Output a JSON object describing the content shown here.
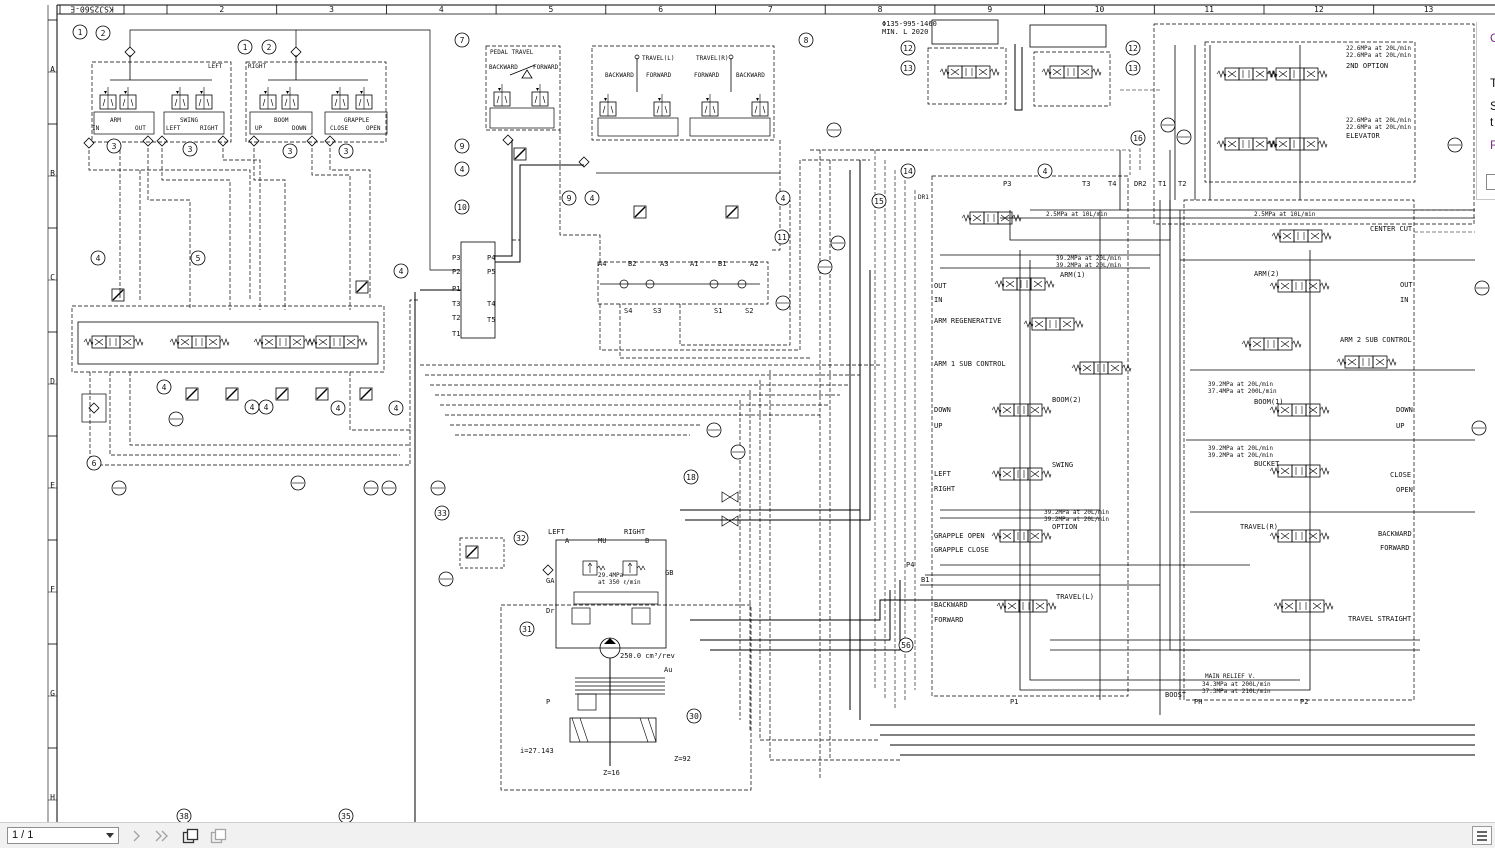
{
  "doc_code": "KSJ2560-E",
  "columns": [
    "2",
    "3",
    "4",
    "5",
    "6",
    "7",
    "8",
    "9",
    "10",
    "11",
    "12",
    "13"
  ],
  "rows": [
    "A",
    "B",
    "C",
    "D",
    "E",
    "F",
    "G",
    "H"
  ],
  "top_note": [
    "Φ135-995-1460",
    "MIN. L 2020"
  ],
  "callouts": {
    "c1": "1",
    "c2": "2",
    "c3": "3",
    "c4": "4",
    "c5": "5",
    "c6": "6",
    "c7": "7",
    "c8": "8",
    "c9": "9",
    "c10": "10",
    "c11": "11",
    "c12": "12",
    "c13": "13",
    "c14": "14",
    "c15": "15",
    "c16": "16",
    "c18": "18",
    "c30": "30",
    "c31": "31",
    "c32": "32",
    "c33": "33",
    "c35": "35",
    "c38": "38",
    "c56": "56"
  },
  "left_valve": {
    "left": "LEFT",
    "right": "RIGHT",
    "arm": "ARM",
    "swing": "SWING",
    "boom": "BOOM",
    "grapple": "GRAPPLE",
    "in": "IN",
    "out": "OUT",
    "s_left": "LEFT",
    "s_right": "RIGHT",
    "up": "UP",
    "down": "DOWN",
    "close": "CLOSE",
    "open": "OPEN"
  },
  "pedal": {
    "title": "PEDAL TRAVEL",
    "backward": "BACKWARD",
    "forward": "FORWARD"
  },
  "travel_pilot": {
    "l": "TRAVEL(L)",
    "r": "TRAVEL(R)",
    "backward": "BACKWARD",
    "forward": "FORWARD"
  },
  "swivel_ports": {
    "p3": "P3",
    "p2": "P2",
    "p1": "P1",
    "t3": "T3",
    "t2": "T2",
    "t1": "T1",
    "p4": "P4",
    "p5": "P5",
    "t4": "T4",
    "t5": "T5"
  },
  "shuttle_ports": {
    "a4": "A4",
    "b2": "B2",
    "a3": "A3",
    "a1": "A1",
    "b1": "B1",
    "a2": "A2",
    "s4": "S4",
    "s3": "S3",
    "s1": "S1",
    "s2": "S2"
  },
  "swing_motor": {
    "left": "LEFT",
    "right": "RIGHT",
    "mu": "MU",
    "a": "A",
    "b": "B",
    "ga": "GA",
    "gb": "GB",
    "dr": "Dr",
    "relief": "29.4MPa",
    "relief2": "at 350 ℓ/min",
    "disp": "250.0 cm³/rev",
    "au": "Au",
    "p": "P",
    "ratio": "i=27.143",
    "z16": "Z=16",
    "z92": "Z=92"
  },
  "main_valve": {
    "dr": "DR1",
    "pb": "P3",
    "t3": "T3",
    "t4": "T4",
    "dr2": "DR2",
    "t1": "T1",
    "t2": "T2",
    "arm2": "ARM(2)",
    "arm1": "ARM(1)",
    "arm_regen": "ARM REGENERATIVE",
    "arm1_sub": "ARM 1 SUB CONTROL",
    "arm2_sub": "ARM 2 SUB CONTROL",
    "boom2": "BOOM(2)",
    "boom1": "BOOM(1)",
    "swing": "SWING",
    "bucket": "BUCKET",
    "option": "OPTION",
    "travel_r": "TRAVEL(R)",
    "travel_l": "TRAVEL(L)",
    "out": "OUT",
    "in": "IN",
    "down": "DOWN",
    "up": "UP",
    "left": "LEFT",
    "right": "RIGHT",
    "close": "CLOSE",
    "open": "OPEN",
    "grapple_open": "GRAPPLE OPEN",
    "grapple_close": "GRAPPLE CLOSE",
    "backward": "BACKWARD",
    "forward": "FORWARD",
    "center_cut": "CENTER CUT",
    "elevator": "ELEVATOR",
    "second_option": "2ND OPTION",
    "travel_straight": "TRAVEL STRAIGHT",
    "main_relief": "MAIN RELIEF V.",
    "main_relief_1": "34.3MPa at 200L/min",
    "main_relief_2": "37.3MPa at 210L/min",
    "boost": "BOOST",
    "p1": "P1",
    "ph": "PH",
    "p2": "P2",
    "p4": "P4",
    "b1": "B1",
    "r1": "39.2MPa at 20L/min",
    "r2": "37.4MPa at 200L/min",
    "r3": "22.6MPa at 20L/min",
    "r4": "2.5MPa at 10L/min"
  },
  "footer": {
    "page": "1 / 1"
  },
  "side_panel": [
    "C",
    "T",
    "S",
    "t",
    "R"
  ]
}
